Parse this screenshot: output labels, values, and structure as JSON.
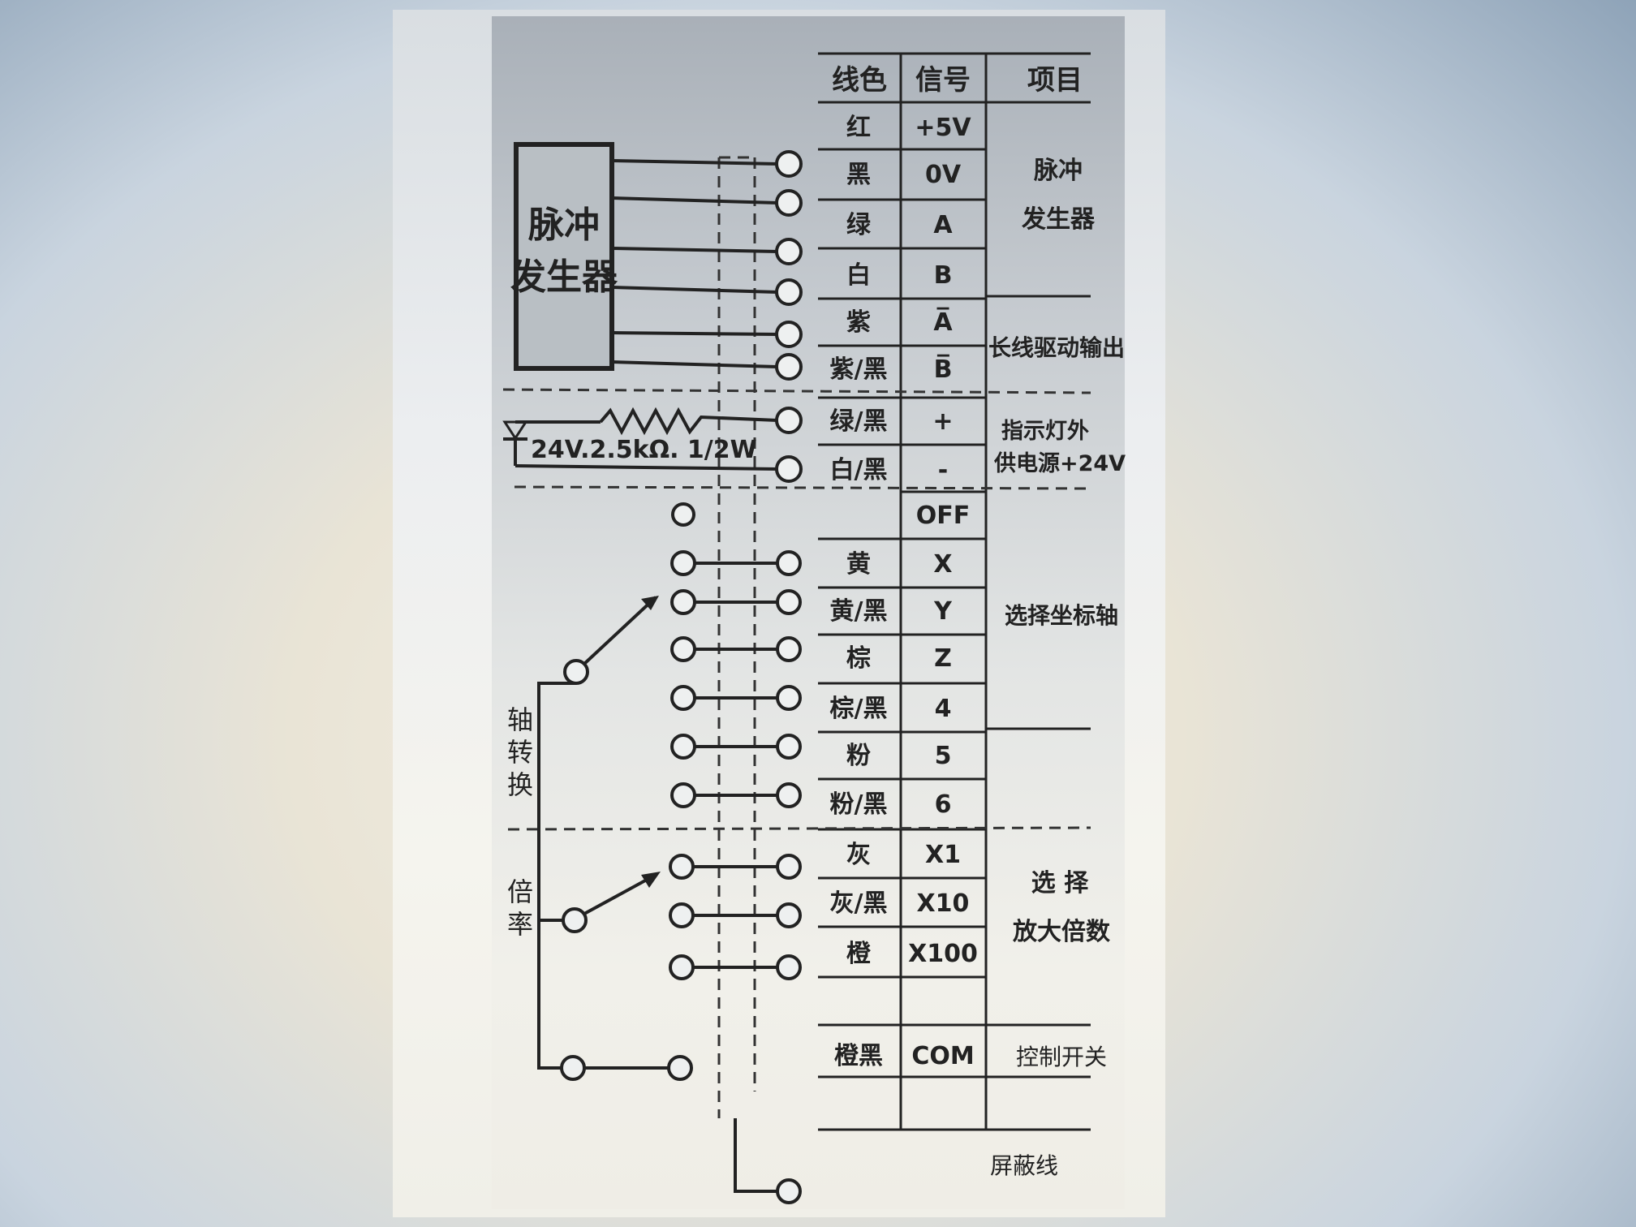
{
  "headers": {
    "color": "线色",
    "signal": "信号",
    "item": "项目"
  },
  "rows": [
    {
      "color": "红",
      "signal": "+5V"
    },
    {
      "color": "黑",
      "signal": "0V"
    },
    {
      "color": "绿",
      "signal": "A"
    },
    {
      "color": "白",
      "signal": "B"
    },
    {
      "color": "紫",
      "signal": "A̅"
    },
    {
      "color": "紫/黑",
      "signal": "B̅"
    },
    {
      "color": "绿/黑",
      "signal": "+"
    },
    {
      "color": "白/黑",
      "signal": "-"
    },
    {
      "color": "",
      "signal": "OFF"
    },
    {
      "color": "黄",
      "signal": "X"
    },
    {
      "color": "黄/黑",
      "signal": "Y"
    },
    {
      "color": "棕",
      "signal": "Z"
    },
    {
      "color": "棕/黑",
      "signal": "4"
    },
    {
      "color": "粉",
      "signal": "5"
    },
    {
      "color": "粉/黑",
      "signal": "6"
    },
    {
      "color": "灰",
      "signal": "X1"
    },
    {
      "color": "灰/黑",
      "signal": "X10"
    },
    {
      "color": "橙",
      "signal": "X100"
    },
    {
      "color": "",
      "signal": ""
    },
    {
      "color": "橙黑",
      "signal": "COM"
    },
    {
      "color": "",
      "signal": ""
    }
  ],
  "items": {
    "pulse_gen_1": "脉冲",
    "pulse_gen_2": "发生器",
    "line_driver": "长线驱动输出",
    "indicator_1": "指示灯外",
    "indicator_2": "供电源+24V",
    "axis_select": "选择坐标轴",
    "mag_1": "选 择",
    "mag_2": "放大倍数",
    "control_switch": "控制开关",
    "shield": "屏蔽线"
  },
  "left": {
    "pulse_box_1": "脉冲",
    "pulse_box_2": "发生器",
    "resistor": "24V.2.5kΩ. 1/2W",
    "axis_switch_1": "轴",
    "axis_switch_2": "转",
    "axis_switch_3": "换",
    "multiplier_1": "倍",
    "multiplier_2": "率"
  }
}
